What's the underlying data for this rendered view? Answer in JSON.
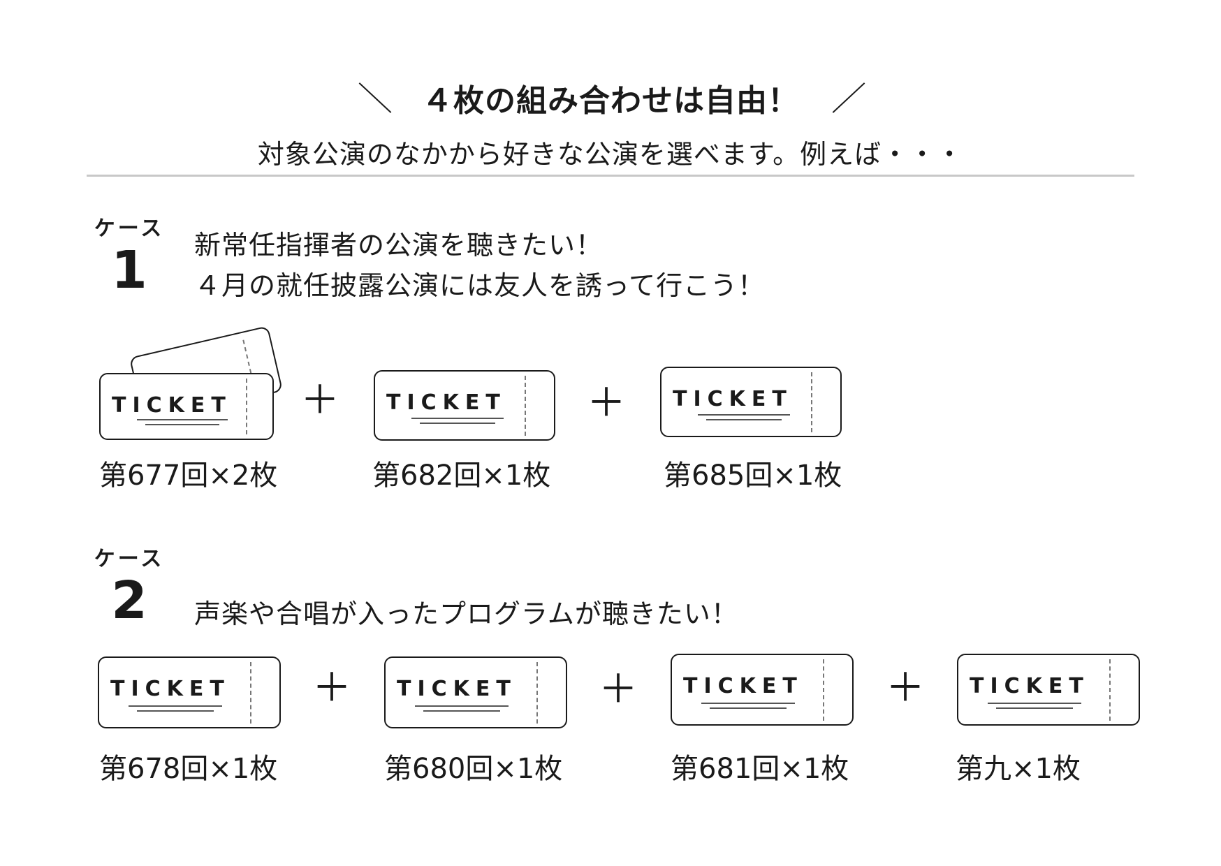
{
  "header": {
    "title": "４枚の組み合わせは自由！",
    "subtitle": "対象公演のなかから好きな公演を選べます。例えば・・・"
  },
  "ticket_text": "TICKET",
  "plus_sign": "＋",
  "cases": [
    {
      "label": "ケース",
      "number": "1",
      "lines": [
        "新常任指揮者の公演を聴きたい！",
        "４月の就任披露公演には友人を誘って行こう！"
      ],
      "tickets": [
        "第677回×2枚",
        "第682回×1枚",
        "第685回×1枚"
      ]
    },
    {
      "label": "ケース",
      "number": "2",
      "lines": [
        "声楽や合唱が入ったプログラムが聴きたい！"
      ],
      "tickets": [
        "第678回×1枚",
        "第680回×1枚",
        "第681回×1枚",
        "第九×1枚"
      ]
    }
  ]
}
